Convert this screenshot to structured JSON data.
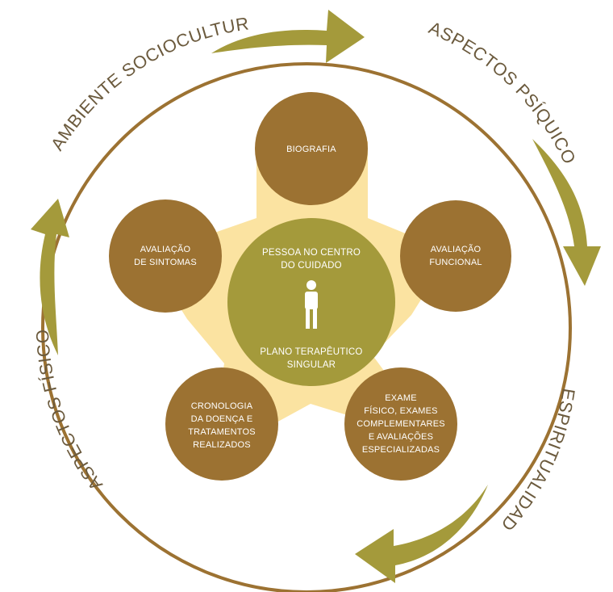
{
  "outer_labels": {
    "top_left": "AMBIENTE SOCIOCULTURAL",
    "top_right": "ASPECTOS PSÍQUICOS",
    "bottom_right": "ESPIRITUALIDADE",
    "left": "ASPECTOS FÍSICOS"
  },
  "center": {
    "top_lines": [
      "PESSOA NO CENTRO",
      "DO CUIDADO"
    ],
    "bottom_lines": [
      "PLANO TERAPÊUTICO",
      "SINGULAR"
    ],
    "icon": "person-icon"
  },
  "nodes": [
    {
      "id": "biografia",
      "lines": [
        "BIOGRAFIA"
      ]
    },
    {
      "id": "avaliacao-funcional",
      "lines": [
        "AVALIAÇÃO",
        "FUNCIONAL"
      ]
    },
    {
      "id": "exame-fisico",
      "lines": [
        "EXAME",
        "FÍSICO, EXAMES",
        "COMPLEMENTARES",
        "E AVALIAÇÕES",
        "ESPECIALIZADAS"
      ]
    },
    {
      "id": "cronologia",
      "lines": [
        "CRONOLOGIA",
        "DA DOENÇA E",
        "TRATAMENTOS",
        "REALIZADOS"
      ]
    },
    {
      "id": "avaliacao-sintomas",
      "lines": [
        "AVALIAÇÃO",
        "DE SINTOMAS"
      ]
    }
  ],
  "colors": {
    "node_brown": "#9c7232",
    "center_olive": "#a49a3b",
    "star_fill": "#fbe3a1",
    "ring": "#9c7232",
    "arrow": "#a49a3b",
    "label": "#6b5a3d"
  }
}
